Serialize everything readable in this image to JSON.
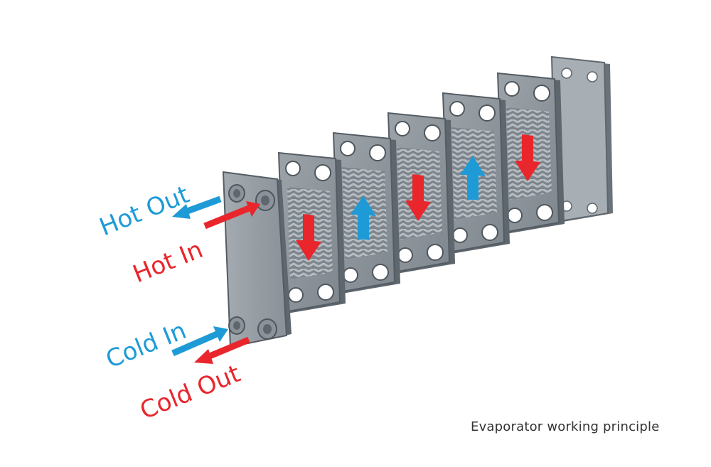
{
  "caption": "Evaporator working principle",
  "labels": {
    "hot_out": "Hot Out",
    "hot_in": "Hot In",
    "cold_in": "Cold In",
    "cold_out": "Cold Out"
  },
  "colors": {
    "hot": "#e8262c",
    "cold": "#1e9bd7",
    "plate": "#8c949b",
    "plate_dark": "#5f676e",
    "end_plate": "#9aa1a8"
  },
  "plates": [
    {
      "flow": "down",
      "color": "hot"
    },
    {
      "flow": "up",
      "color": "cold"
    },
    {
      "flow": "down",
      "color": "hot"
    },
    {
      "flow": "up",
      "color": "cold"
    },
    {
      "flow": "down",
      "color": "hot"
    }
  ]
}
